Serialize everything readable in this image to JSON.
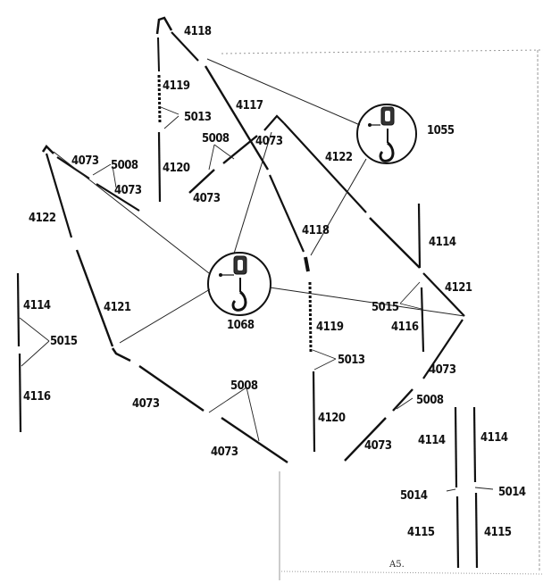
{
  "diagram": {
    "labels": {
      "p4118_top": "4118",
      "p4119_top": "4119",
      "p5013_top": "5013",
      "p4120_top": "4120",
      "p4117": "4117",
      "p5008_topmid": "5008",
      "p4073_topmid_a": "4073",
      "p4073_topmid_b": "4073",
      "p4073_left_a": "4073",
      "p5008_left": "5008",
      "p4073_left_b": "4073",
      "p4122_left": "4122",
      "p4122_right": "4122",
      "p1055": "1055",
      "p1068": "1068",
      "p4121_left": "4121",
      "p4121_right": "4121",
      "p4118_mid": "4118",
      "p4119_mid": "4119",
      "p5013_mid": "5013",
      "p4120_mid": "4120",
      "p4114_right": "4114",
      "p5015_right": "5015",
      "p4116_right": "4116",
      "p4114_left": "4114",
      "p5015_left": "5015",
      "p4116_left": "4116",
      "p4073_bottom_a": "4073",
      "p5008_bottom": "5008",
      "p4073_bottom_b": "4073",
      "p4073_br": "4073",
      "p5008_br": "5008",
      "p4073_br_b": "4073",
      "p4114_br_a": "4114",
      "p4114_br_b": "4114",
      "p5014_a": "5014",
      "p5014_b": "5014",
      "p4115_a": "4115",
      "p4115_b": "4115",
      "annotation": "A5."
    }
  }
}
